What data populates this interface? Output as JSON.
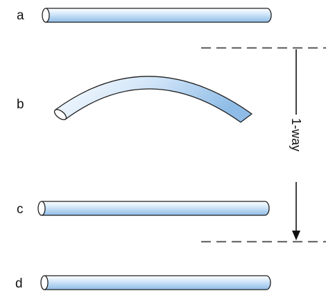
{
  "figure": {
    "labels": {
      "a": "a",
      "b": "b",
      "c": "c",
      "d": "d"
    },
    "direction_label": "1-way",
    "colors": {
      "tube_light": "#ffffff",
      "tube_dark": "#8fbce6",
      "tube_outline": "#1e1e1e",
      "dash_line": "#6b6b6b",
      "arrow": "#111111"
    }
  }
}
